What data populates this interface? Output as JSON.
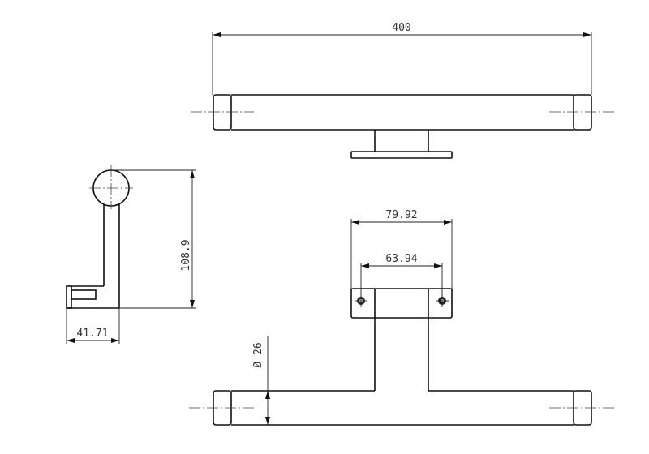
{
  "drawing": {
    "dimensions": {
      "overall_length": "400",
      "height": "108.9",
      "depth": "41.71",
      "plate_width": "79.92",
      "hole_spacing": "63.94",
      "bar_diameter": "Ø 26"
    },
    "line_color": "#111111"
  }
}
